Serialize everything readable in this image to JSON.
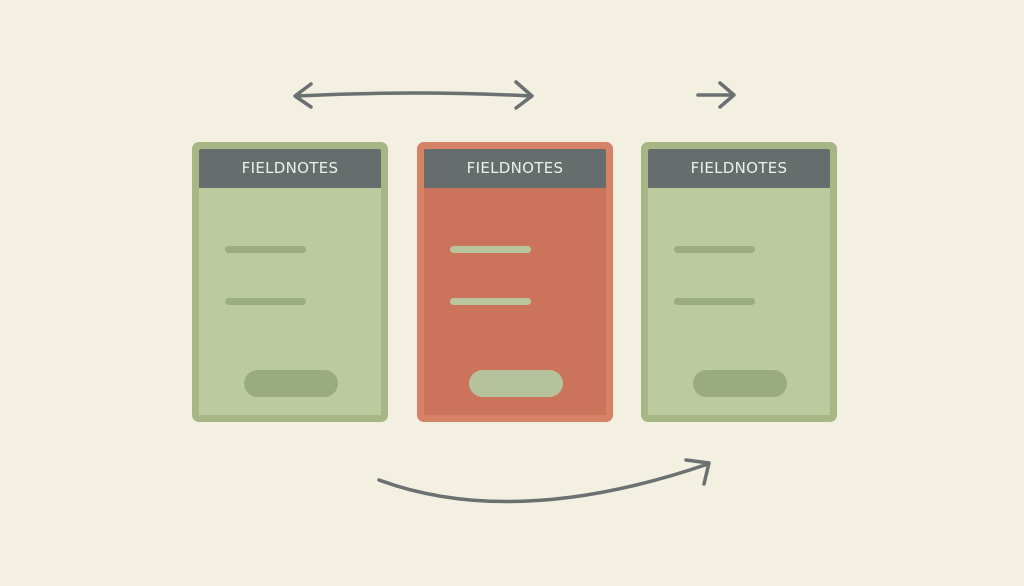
{
  "colors": {
    "background": "#f3efe1",
    "card_green": "#bccb9f",
    "card_red": "#cb735b",
    "header": "#666e6d",
    "arrow": "#6b7070"
  },
  "cards": [
    {
      "title": "FIELDNOTES",
      "variant": "green"
    },
    {
      "title": "FIELDNOTES",
      "variant": "red"
    },
    {
      "title": "FIELDNOTES",
      "variant": "green"
    }
  ],
  "arrows": [
    {
      "kind": "double-headed",
      "icon": "double-arrow-icon"
    },
    {
      "kind": "right",
      "icon": "right-arrow-icon"
    },
    {
      "kind": "curved-right",
      "icon": "curved-arrow-icon"
    }
  ]
}
